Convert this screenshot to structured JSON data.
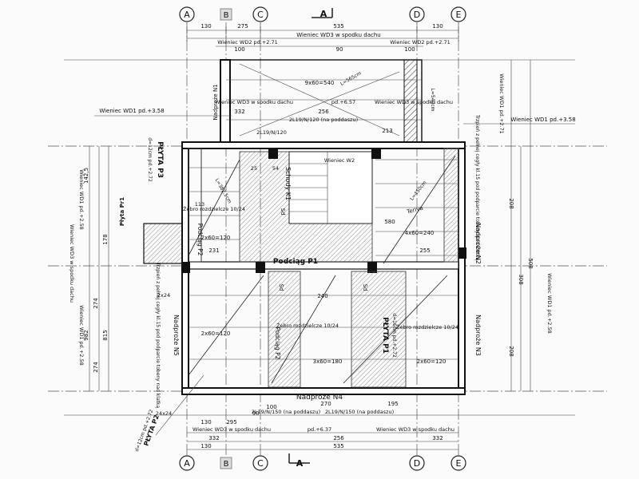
{
  "axes": {
    "top": [
      "A",
      "B",
      "C",
      "D",
      "E"
    ],
    "bottom": [
      "A",
      "B",
      "C",
      "D",
      "E"
    ],
    "section": "A"
  },
  "dims_top": [
    "130",
    "275",
    "535",
    "130"
  ],
  "dims_top2": [
    "100",
    "90",
    "100"
  ],
  "dims_bottom": [
    "130",
    "295",
    "332",
    "256",
    "332",
    "535",
    "130"
  ],
  "dims_bottom2": [
    "100",
    "90",
    "270",
    "195"
  ],
  "dims_left": [
    "142,5",
    "178",
    "274",
    "274",
    "815",
    "982"
  ],
  "dims_right": [
    "208",
    "308",
    "508",
    "208"
  ],
  "labels": {
    "wieniec_wd3_top": "Wieniec WD3 w spodku dachu",
    "wieniec_wd2_top_a": "Wieniec WD2 pd.+2.71",
    "wieniec_wd2_top_b": "Wieniec WD2 pd.+2.71",
    "wieniec_wd3_mid_a": "Wieniec WD3 w spodku dachu",
    "wieniec_wd3_mid_b": "Wieniec WD3 w spodku dachu",
    "wieniec_wd1_left": "Wieniec WD1 pd.+3.58",
    "wieniec_wd1_right": "Wieniec WD1 pd.+3.58",
    "pd657_top": "pd.+6.57",
    "pd637_bottom": "pd.+6.37",
    "wieniec_wd3_bot_a": "Wieniec WD3 w spodku dachu",
    "wieniec_wd3_bot_b": "Wieniec WD3 w spodku dachu",
    "wieniec_wd1_right_v": "Wieniec WD1 pd.+2.71",
    "wieniec_wd1_right_v2": "Wieniec WD1 pd.+2.58",
    "wieniec_wd1_left_v": "Wieniec WD1 pd.+2.58",
    "wieniec_wd1_left_v2": "Wieniec WD1 pd.+2.58",
    "wieniec_wd3_left_v": "Wieniec WD3 w spodku dachu",
    "plyta_p3": "PŁYTA P3",
    "plyta_p3_sub": "d=12cm pd.+2.72",
    "plyta_p2": "PŁYTA P2",
    "plyta_p2_sub": "d=12cm pd.+2.72",
    "plyta_p1": "PŁYTA P1",
    "plyta_p1_sub": "d=16cm pd.+2.72",
    "plyta_pr1": "Płyta Pr1",
    "podciag_p1": "Podciąg P1",
    "podciag_p2": "Podciąg P2",
    "nadproze_n1": "Nadproże N1",
    "nadproze_n2": "Nadproże N2",
    "nadproze_n3": "Nadproże N3",
    "nadproze_n4": "Nadproże N4",
    "nadproze_n5": "Nadproże N5",
    "schody": "Schody K1",
    "zebro_a": "Żebro rozdzielcze 10/24",
    "zebro_b": "Żebro rozdzielcze 10/24",
    "zebro_c": "Żebro rozdzielcze 10/24",
    "terivo_a": "Teriva",
    "rebar_1": "9x60=540",
    "rebar_2": "2x60=120",
    "rebar_3": "4x60=240",
    "rebar_4": "3x60=180",
    "rebar_5": "2x60=120",
    "rebar_6": "2x60=120",
    "bar_top_a": "2L19/N/120",
    "bar_top_b": "2L19/N/120 (na poddaszu)",
    "bar_bot_a": "2L19/N/150 (na poddaszu)",
    "bar_bot_b": "2L19/N/150 (na poddaszu)",
    "n_540": "540",
    "n_580": "580",
    "n_240": "240",
    "n_255": "255",
    "n_231": "231",
    "n_256": "256",
    "n_332": "332",
    "n_213": "213",
    "n_113": "113",
    "n_150": "150",
    "n_90": "90",
    "n_54": "54",
    "n_25": "25",
    "lmax_a": "L=450cm",
    "lmax_b": "L=382,5cm",
    "lmax_c": "L=540cm",
    "lmax_d": "L=565cm",
    "sd_a": "Sd",
    "sd_b": "Sd",
    "sd_c": "Sd",
    "note_right": "Trzpień z pełnej cegły kl.15 pod podparcie tobeny nad klatką",
    "note_left": "Trzpień z pełnej cegły kl.15 pod podparcie tobeny nad klatką",
    "p_2x24": "2x24",
    "p_24x24": "24x24",
    "wieniec_w2": "Wieniec W2"
  }
}
